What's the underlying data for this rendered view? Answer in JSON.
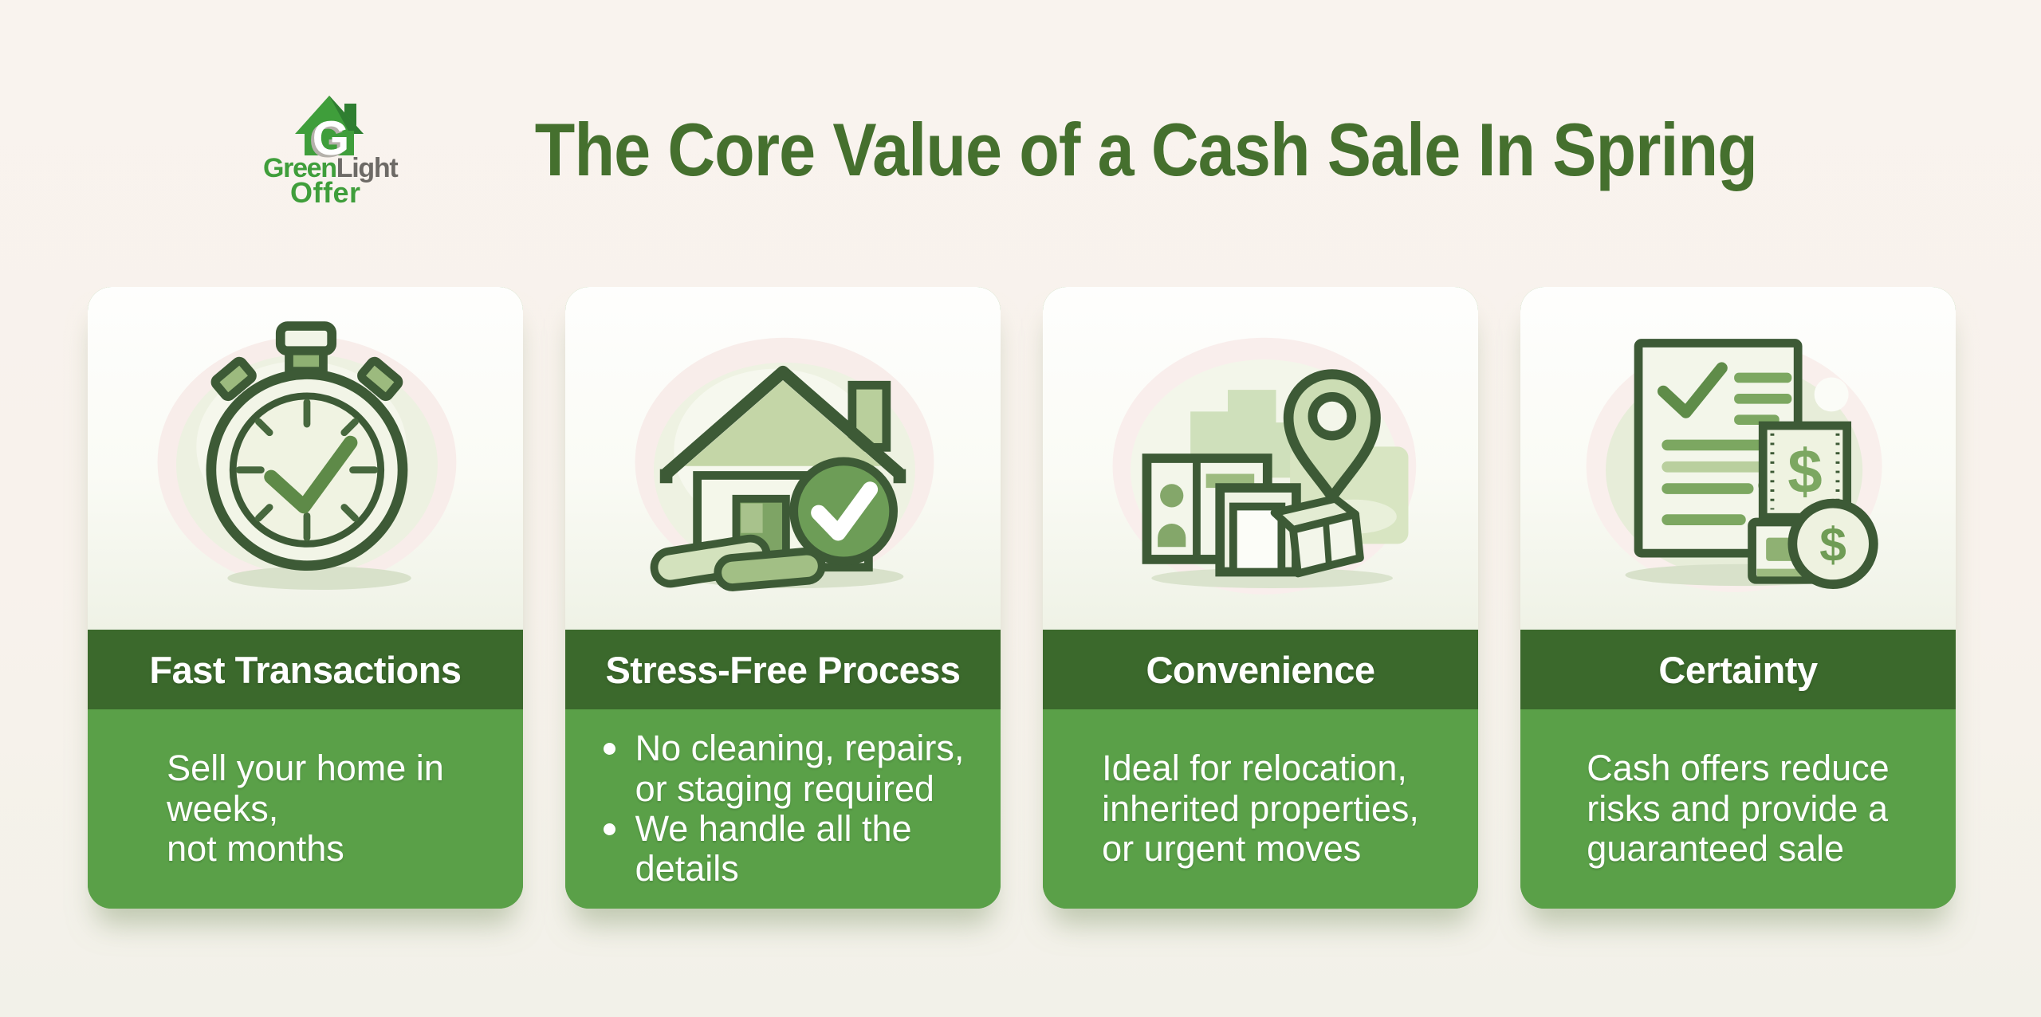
{
  "page": {
    "title_text": "The Core Value of a Cash Sale In Spring"
  },
  "logo": {
    "monogram": "G",
    "word_green": "Green",
    "word_gray": "Light",
    "word_offer": "Offer"
  },
  "colors": {
    "page_background": "#f8f2ec",
    "title_green": "#45702e",
    "header_bar_green": "#3b692c",
    "card_body_green": "#5aa048",
    "logo_green": "#3f9e3b",
    "logo_dark_green": "#2f7e31",
    "logo_gray": "#6d6a66",
    "illustration_outline": "#3d5a36",
    "white": "#ffffff"
  },
  "icons": {
    "dollar_symbol": "$",
    "names": [
      "stopwatch-icon",
      "house-check-icon",
      "moving-boxes-map-pin-icon",
      "document-cash-icon"
    ]
  },
  "cards": [
    {
      "icon": "stopwatch",
      "title": "Fast Transactions",
      "body": "Sell your home in\nweeks,\nnot months"
    },
    {
      "icon": "house-check",
      "title": "Stress-Free Process",
      "bullets": [
        "No cleaning, repairs,\nor staging required",
        "We handle all the\ndetails"
      ]
    },
    {
      "icon": "moving-boxes-map-pin",
      "title": "Convenience",
      "body": "Ideal for relocation,\ninherited properties,\nor urgent moves"
    },
    {
      "icon": "document-cash",
      "title": "Certainty",
      "body": "Cash offers reduce\nrisks and provide a\nguaranteed sale"
    }
  ]
}
